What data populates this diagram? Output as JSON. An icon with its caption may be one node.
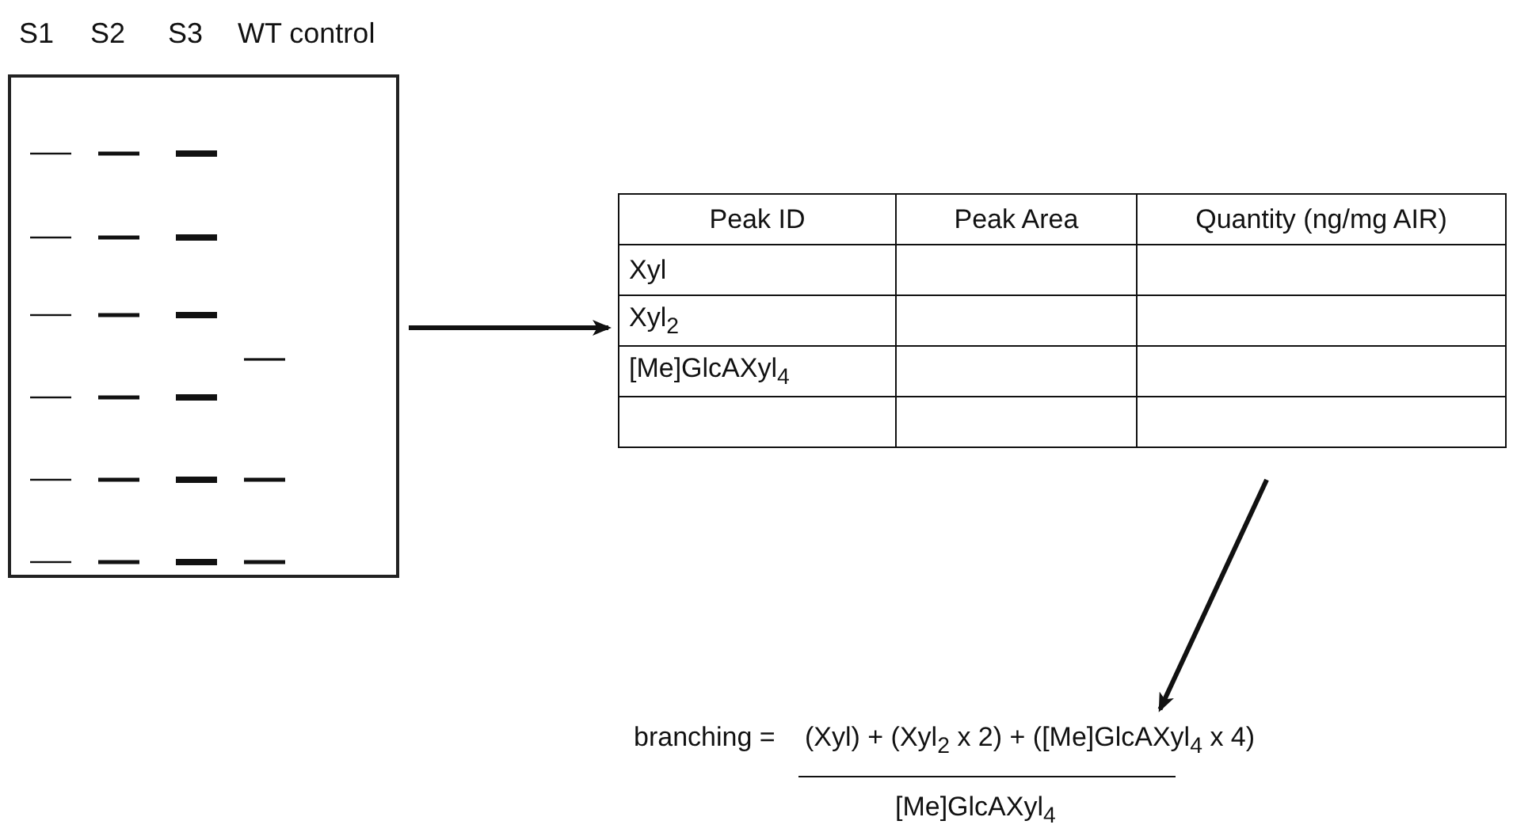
{
  "diagram": {
    "nodes": [
      {
        "text": [
          "S1",
          "S2",
          "S3",
          "WT control"
        ]
      },
      {
        "text": [
          "Peak ID",
          "Peak Area",
          "Quantity (ng/mg AIR)",
          "Xyl",
          "Xyl$_{2}$",
          "[Me]GlcAXyl$_{4}$"
        ]
      },
      {
        "text": [
          "branching =",
          "(Xyl) + (Xyl$_{2}$ x 2) + ([Me]GlcAXyl$_{4}$ x 4)",
          "[Me]GlcAXyl$_{4}$"
        ]
      }
    ],
    "edges": [
      {
        "from": 0,
        "to": 1,
        "arrow": "to"
      },
      {
        "from": 1,
        "to": 2,
        "arrow": "to"
      }
    ]
  }
}
